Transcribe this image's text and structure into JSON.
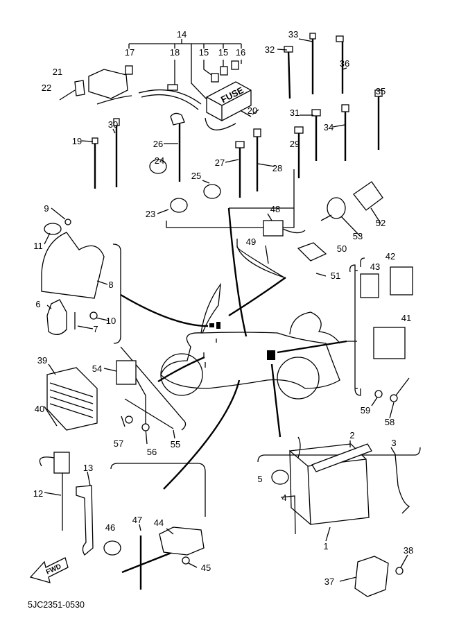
{
  "diagram": {
    "callouts": [
      "14",
      "17",
      "18",
      "15",
      "15",
      "16",
      "21",
      "22",
      "20",
      "33",
      "32",
      "36",
      "35",
      "31",
      "34",
      "29",
      "19",
      "30",
      "26",
      "27",
      "28",
      "24",
      "25",
      "23",
      "48",
      "49",
      "50",
      "51",
      "52",
      "53",
      "9",
      "11",
      "8",
      "6",
      "7",
      "10",
      "43",
      "42",
      "41",
      "59",
      "58",
      "39",
      "40",
      "54",
      "57",
      "56",
      "55",
      "2",
      "3",
      "5",
      "4",
      "1",
      "12",
      "13",
      "46",
      "47",
      "44",
      "45",
      "38",
      "37"
    ],
    "fuse_box_text": "FUSE",
    "fwd_arrow_text": "FWD",
    "drawing_code": "5JC2351-0530"
  }
}
